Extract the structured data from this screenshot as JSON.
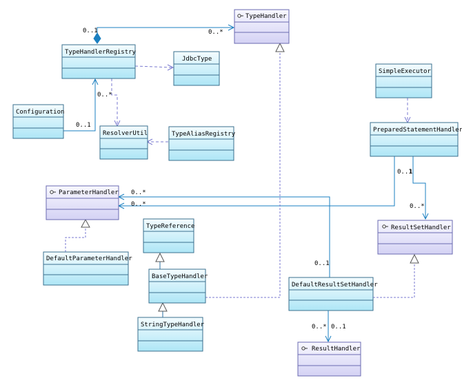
{
  "colors": {
    "class_fill_top": "#f4fcff",
    "class_fill_bottom": "#aee6f6",
    "iface_fill_top": "#f8f8ff",
    "iface_fill_bottom": "#d4d2f4",
    "association": "#1a7fc0",
    "dependency": "#7a7ad0"
  },
  "icons": {
    "interface_marker": "lollipop-icon"
  },
  "classes": {
    "type_handler": {
      "name": "TypeHandler",
      "interface": true
    },
    "type_handler_registry": {
      "name": "TypeHandlerRegistry",
      "interface": false
    },
    "jdbc_type": {
      "name": "JdbcType",
      "interface": false
    },
    "configuration": {
      "name": "Configuration",
      "interface": false
    },
    "resolver_util": {
      "name": "ResolverUtil",
      "interface": false
    },
    "type_alias_registry": {
      "name": "TypeAliasRegistry",
      "interface": false
    },
    "simple_executor": {
      "name": "SimpleExecutor",
      "interface": false
    },
    "prepared_statement_handler": {
      "name": "PreparedStatementHandler",
      "interface": false
    },
    "parameter_handler": {
      "name": "ParameterHandler",
      "interface": true
    },
    "default_parameter_handler": {
      "name": "DefaultParameterHandler",
      "interface": false
    },
    "type_reference": {
      "name": "TypeReference",
      "interface": false
    },
    "base_type_handler": {
      "name": "BaseTypeHandler",
      "interface": false
    },
    "string_type_handler": {
      "name": "StringTypeHandler",
      "interface": false
    },
    "result_set_handler": {
      "name": "ResultSetHandler",
      "interface": true
    },
    "default_result_set_handler": {
      "name": "DefaultResultSetHandler",
      "interface": false
    },
    "result_handler": {
      "name": "ResultHandler",
      "interface": true
    }
  },
  "multiplicities": {
    "registry_to_typehandler_source": "0..1",
    "registry_to_typehandler_target": "0..*",
    "registry_to_resolver": "0..*",
    "configuration_to_registry": "0..1",
    "psh_source_a": "0..1",
    "psh_source_b": "1",
    "psh_to_rsh_target": "0..*",
    "to_parameter_handler_a": "0..*",
    "to_parameter_handler_b": "0..*",
    "drsh_to_parameter_handler": "0..1",
    "drsh_to_result_handler_a": "0..*",
    "drsh_to_result_handler_b": "0..1"
  }
}
